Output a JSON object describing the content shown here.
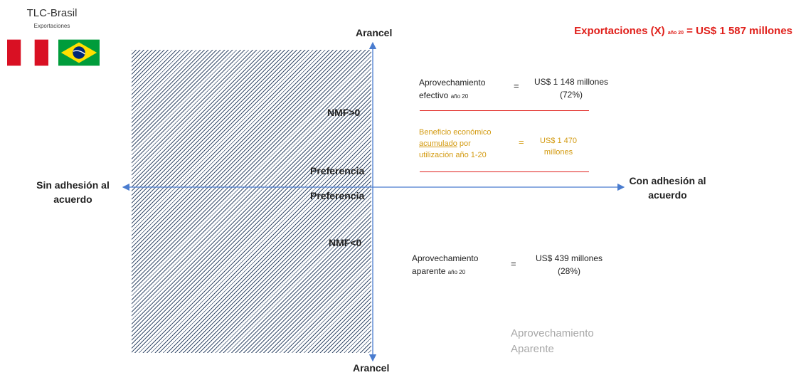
{
  "header": {
    "title": "TLC-Brasil",
    "subtitle": "Exportaciones"
  },
  "export_total": {
    "prefix": "Exportaciones (X)",
    "year": "año 20",
    "suffix": "= US$ 1 587 millones",
    "color": "#e0201b"
  },
  "axes": {
    "y_top": "Arancel",
    "y_bottom": "Arancel",
    "x_left": "Sin adhesión al acuerdo",
    "x_right": "Con adhesión al acuerdo",
    "axis_color": "#4a7ccf"
  },
  "regions": {
    "nmf_positive": "NMF>0",
    "preferencia_top": "Preferencia",
    "preferencia_bottom": "Preferencia",
    "nmf_negative": "NMF<0"
  },
  "efectivo": {
    "line1": "Aprovechamiento",
    "line2": "efectivo",
    "year": "año 20",
    "equals": "=",
    "value_line1": "US$ 1 148 millones",
    "value_line2": "(72%)"
  },
  "beneficio": {
    "line1": "Beneficio económico",
    "line2_underlined": "acumulado",
    "line2_rest": " por",
    "line3": "utilización año 1-20",
    "equals": "=",
    "value_line1": "US$ 1 470",
    "value_line2": "millones",
    "color": "#d39a10"
  },
  "aparente": {
    "line1": "Aprovechamiento",
    "line2": "aparente",
    "year": "año 20",
    "equals": "=",
    "value_line1": "US$ 439 millones",
    "value_line2": "(28%)"
  },
  "legend": {
    "line1": "Aprovechamiento",
    "line2": "Aparente"
  },
  "flags": {
    "peru_red": "#d91023",
    "brazil_green": "#009c3b",
    "brazil_yellow": "#ffdf00",
    "brazil_blue": "#002776"
  }
}
